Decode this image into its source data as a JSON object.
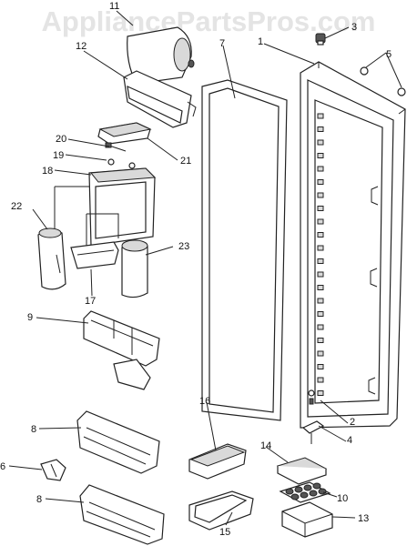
{
  "watermark": "AppliancePartsPros.com",
  "callouts": {
    "c1": "1",
    "c2": "2",
    "c3": "3",
    "c4": "4",
    "c5": "5",
    "c6": "6",
    "c7": "7",
    "c8a": "8",
    "c8b": "8",
    "c9": "9",
    "c10": "10",
    "c11": "11",
    "c12": "12",
    "c13": "13",
    "c14": "14",
    "c15": "15",
    "c16": "16",
    "c17": "17",
    "c18": "18",
    "c19": "19",
    "c20": "20",
    "c21": "21",
    "c22": "22",
    "c23": "23"
  }
}
